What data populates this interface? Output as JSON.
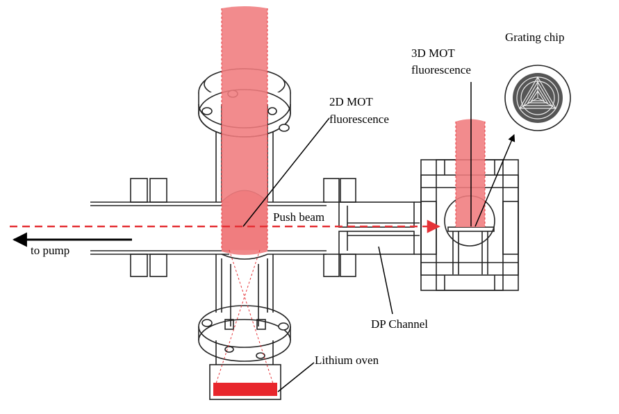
{
  "labels": {
    "mot2d_line1": "2D MOT",
    "mot2d_line2": "fluorescence",
    "push_beam": "Push beam",
    "to_pump": "to pump",
    "mot3d_line1": "3D MOT",
    "mot3d_line2": "fluorescence",
    "grating_chip": "Grating chip",
    "dp_channel": "DP Channel",
    "lithium_oven": "Lithium oven"
  },
  "colors": {
    "laser_beam": "#f07b7d",
    "push_beam_dashes": "#e53237",
    "oven_lithium": "#e8262c",
    "line": "#222222"
  },
  "icons": {
    "pump_arrow": "left-arrow-icon",
    "grating_arrow": "up-right-arrow-icon"
  }
}
